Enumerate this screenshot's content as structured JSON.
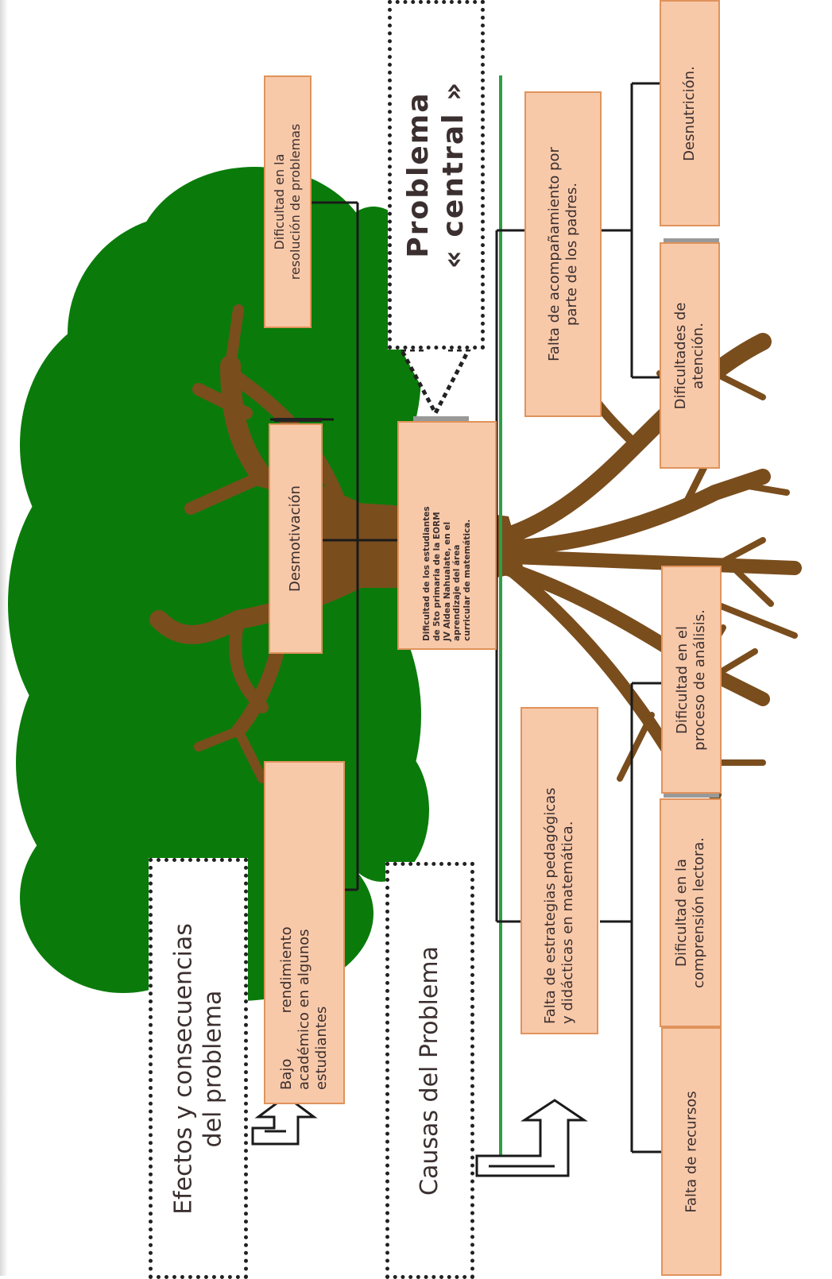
{
  "colors": {
    "leaf": "#0a7b0a",
    "trunk": "#7a4d1d",
    "box_fill": "#f8c9a9",
    "box_border": "#e0935c",
    "ground_line": "#2e9e45"
  },
  "labels": {
    "central_title_1": "Problema",
    "central_title_2": "« central »",
    "effects_title_1": "Efectos y consecuencias",
    "effects_title_2": "del problema",
    "causes_title": "Causas del Problema"
  },
  "central_problem": {
    "line1": "Dificultad de los estudiantes",
    "line2": "de 5to primaria de la EORM",
    "line3": "JV Aldea Nahualate, en el",
    "line4": "aprendizaje del área",
    "line5": "curricular de matemática."
  },
  "effects": [
    {
      "line1": "Dificultad en la",
      "line2": "resolución de problemas"
    },
    {
      "line1": "Desmotivación"
    },
    {
      "line1": "Bajo          rendimiento",
      "line2": "académico en algunos",
      "line3": "estudiantes"
    }
  ],
  "causes": [
    {
      "line1": "Falta de acompañamiento por",
      "line2": "parte de los padres."
    },
    {
      "line1": "Falta de estrategias pedagógicas",
      "line2": "y didácticas en matemática."
    }
  ],
  "sub_causes": [
    {
      "line1": "Desnutrición."
    },
    {
      "line1": "Dificultades de",
      "line2": "atención."
    },
    {
      "line1": "Dificultad en el",
      "line2": "proceso de análisis."
    },
    {
      "line1": "Dificultad en la",
      "line2": "comprensión lectora."
    },
    {
      "line1": "Falta de recursos"
    }
  ]
}
